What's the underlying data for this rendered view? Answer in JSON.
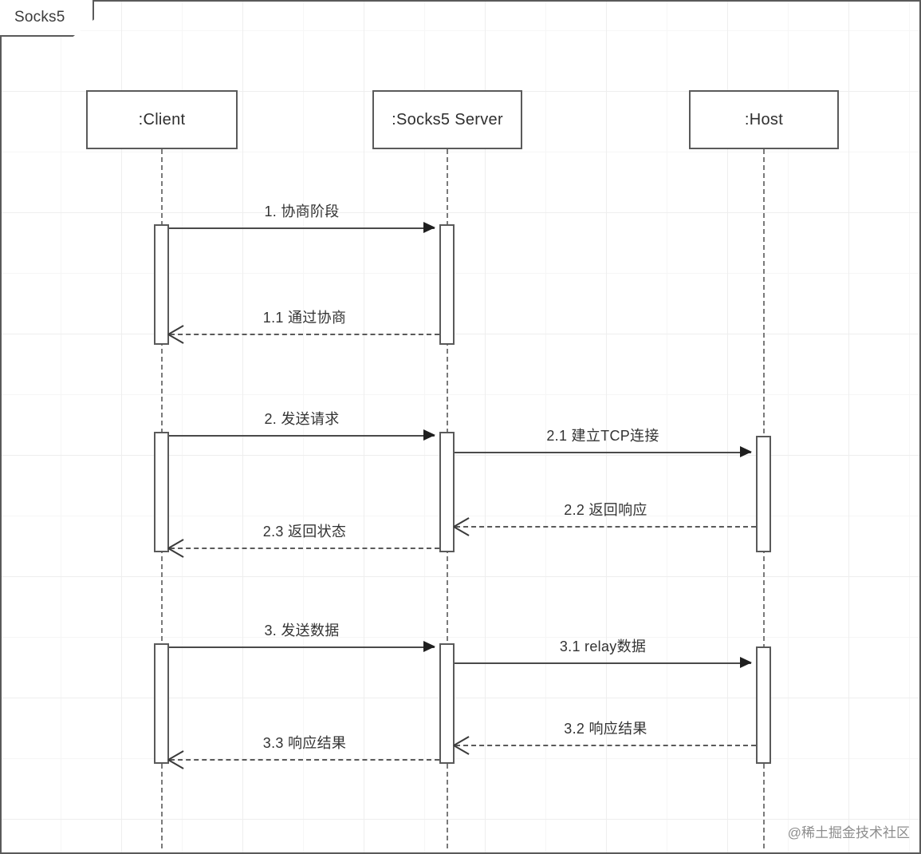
{
  "diagram": {
    "type": "uml-sequence-diagram",
    "frame_label": "Socks5",
    "watermark": "@稀土掘金技术社区",
    "colors": {
      "stroke": "#5a5a5a",
      "arrow": "#3a3a3a",
      "text": "#2f2f2f",
      "grid": "#eeeeee",
      "background": "#ffffff",
      "watermark": "#8d8d8d"
    },
    "participants": [
      {
        "id": "client",
        "label": ":Client"
      },
      {
        "id": "server",
        "label": ":Socks5 Server"
      },
      {
        "id": "host",
        "label": ":Host"
      }
    ],
    "messages": [
      {
        "id": "m1",
        "label": "1. 协商阶段",
        "from": "client",
        "to": "server",
        "style": "solid",
        "arrow": "filled",
        "direction": "right"
      },
      {
        "id": "m1_1",
        "label": "1.1 通过协商",
        "from": "server",
        "to": "client",
        "style": "dashed",
        "arrow": "open",
        "direction": "left"
      },
      {
        "id": "m2",
        "label": "2. 发送请求",
        "from": "client",
        "to": "server",
        "style": "solid",
        "arrow": "filled",
        "direction": "right"
      },
      {
        "id": "m2_1",
        "label": "2.1 建立TCP连接",
        "from": "server",
        "to": "host",
        "style": "solid",
        "arrow": "filled",
        "direction": "right"
      },
      {
        "id": "m2_2",
        "label": "2.2 返回响应",
        "from": "host",
        "to": "server",
        "style": "dashed",
        "arrow": "open",
        "direction": "left"
      },
      {
        "id": "m2_3",
        "label": "2.3 返回状态",
        "from": "server",
        "to": "client",
        "style": "dashed",
        "arrow": "open",
        "direction": "left"
      },
      {
        "id": "m3",
        "label": "3. 发送数据",
        "from": "client",
        "to": "server",
        "style": "solid",
        "arrow": "filled",
        "direction": "right"
      },
      {
        "id": "m3_1",
        "label": "3.1 relay数据",
        "from": "server",
        "to": "host",
        "style": "solid",
        "arrow": "filled",
        "direction": "right"
      },
      {
        "id": "m3_2",
        "label": "3.2 响应结果",
        "from": "host",
        "to": "server",
        "style": "dashed",
        "arrow": "open",
        "direction": "left"
      },
      {
        "id": "m3_3",
        "label": "3.3 响应结果",
        "from": "server",
        "to": "client",
        "style": "dashed",
        "arrow": "open",
        "direction": "left"
      }
    ]
  }
}
